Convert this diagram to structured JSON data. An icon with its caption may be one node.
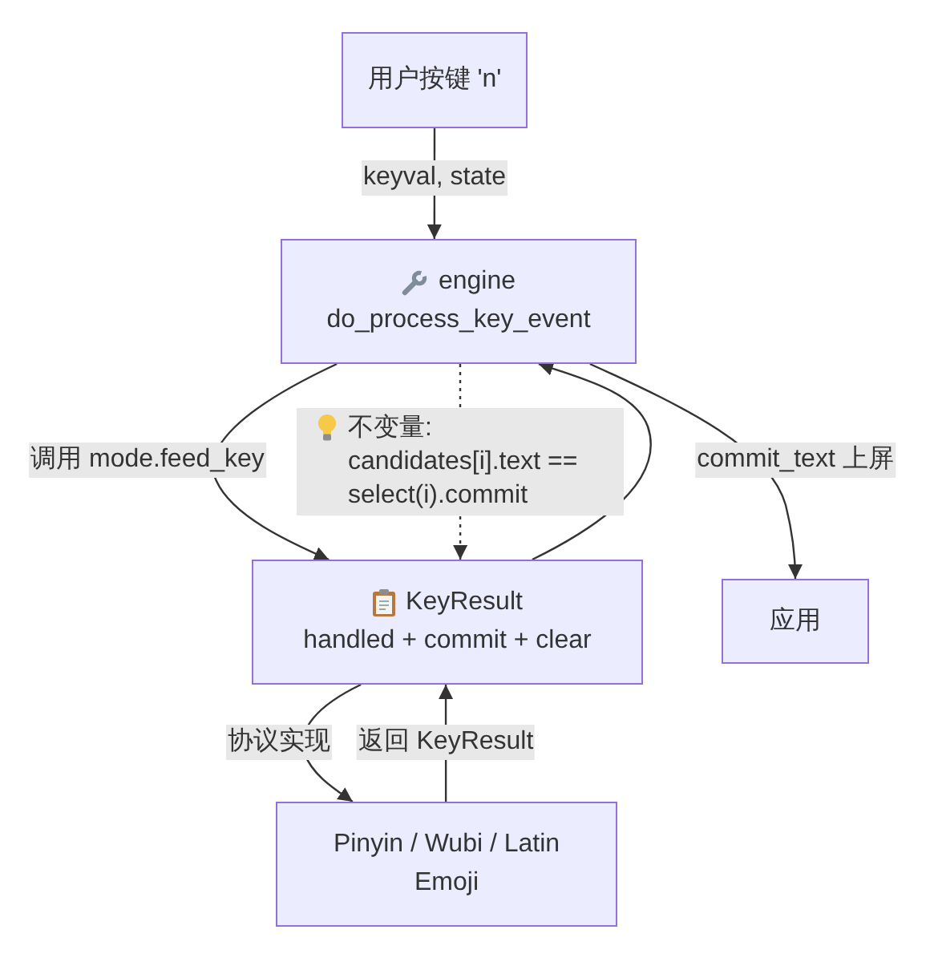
{
  "diagram": {
    "nodes": [
      {
        "text": [
          "用户按键 'n'"
        ]
      },
      {
        "text": [
          "engine",
          "do_process_key_event"
        ]
      },
      {
        "text": [
          "KeyResult",
          "handled + commit + clear"
        ]
      },
      {
        "text": [
          "应用"
        ]
      },
      {
        "text": [
          "Pinyin / Wubi / Latin Emoji"
        ]
      }
    ],
    "edges": [
      {
        "from": 0,
        "to": 1,
        "arrow": "to",
        "label": "keyval, state"
      },
      {
        "from": 1,
        "to": 2,
        "arrow": "to",
        "label": "调用 mode.feed_key"
      },
      {
        "from": 1,
        "to": 2,
        "arrow": "to",
        "label": "不变量: candidates[i].text == select(i).commit",
        "style": "dashed"
      },
      {
        "from": 2,
        "to": 1,
        "arrow": "to"
      },
      {
        "from": 1,
        "to": 3,
        "arrow": "to",
        "label": "commit_text 上屏"
      },
      {
        "from": 2,
        "to": 4,
        "arrow": "to",
        "label": "协议实现"
      },
      {
        "from": 4,
        "to": 2,
        "arrow": "to",
        "label": "返回 KeyResult"
      }
    ]
  }
}
